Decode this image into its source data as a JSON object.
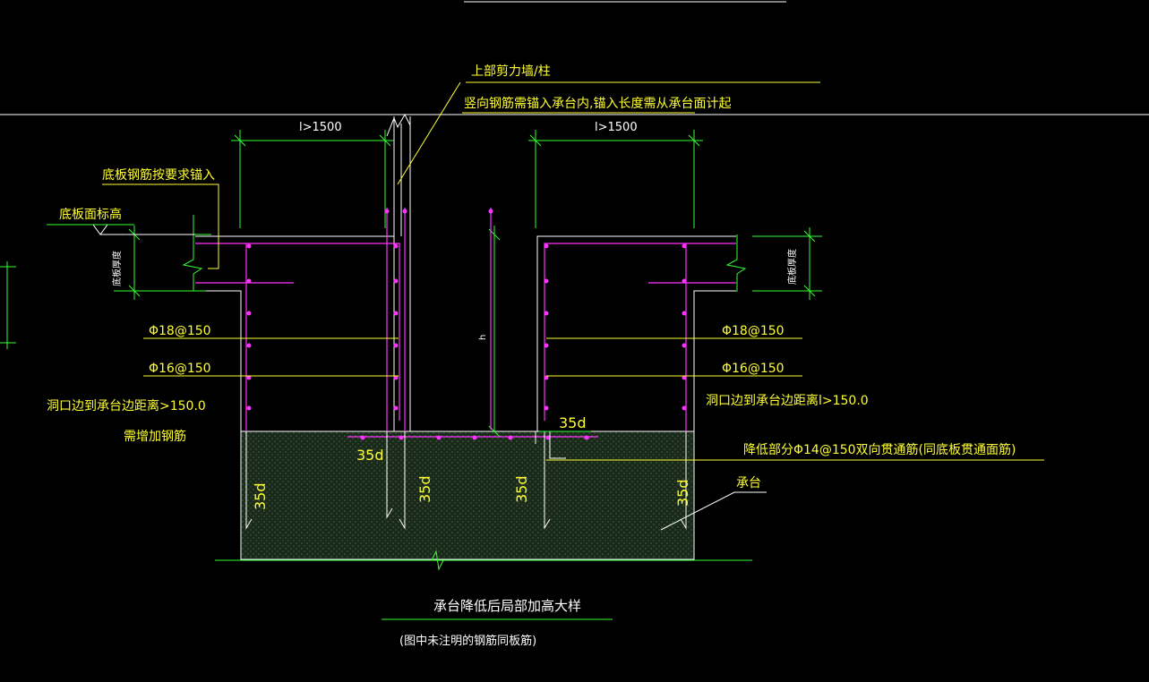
{
  "labels": {
    "shear_wall": "上部剪力墙/柱",
    "vertical_bars": "竖向钢筋需锚入承台内,锚入长度需从承台面计起",
    "bottom_bar_anchor": "底板钢筋按要求锚入",
    "slab_top_elev": "底板面标高",
    "slab_thickness": "底板厚度",
    "len_left": "l>1500",
    "len_right": "l>1500",
    "bar_18_left": "Φ18@150",
    "bar_16_left": "Φ16@150",
    "bar_18_right": "Φ18@150",
    "bar_16_right": "Φ16@150",
    "opening_left": "洞口边到承台边距离>150.0",
    "add_bars": "需增加钢筋",
    "opening_right": "洞口边到承台边距离l>150.0",
    "height": "h",
    "d35_top_right": "35d",
    "d35_top_left": "35d",
    "d35_v1": "35d",
    "d35_v2": "35d",
    "d35_v3": "35d",
    "d35_v4": "35d",
    "lowered_part": "降低部分Φ14@150双向贯通筋(同底板贯通面筋)",
    "pile_cap": "承台",
    "title": "承台降低后局部加高大样",
    "note": "(图中未注明的钢筋同板筋)"
  }
}
